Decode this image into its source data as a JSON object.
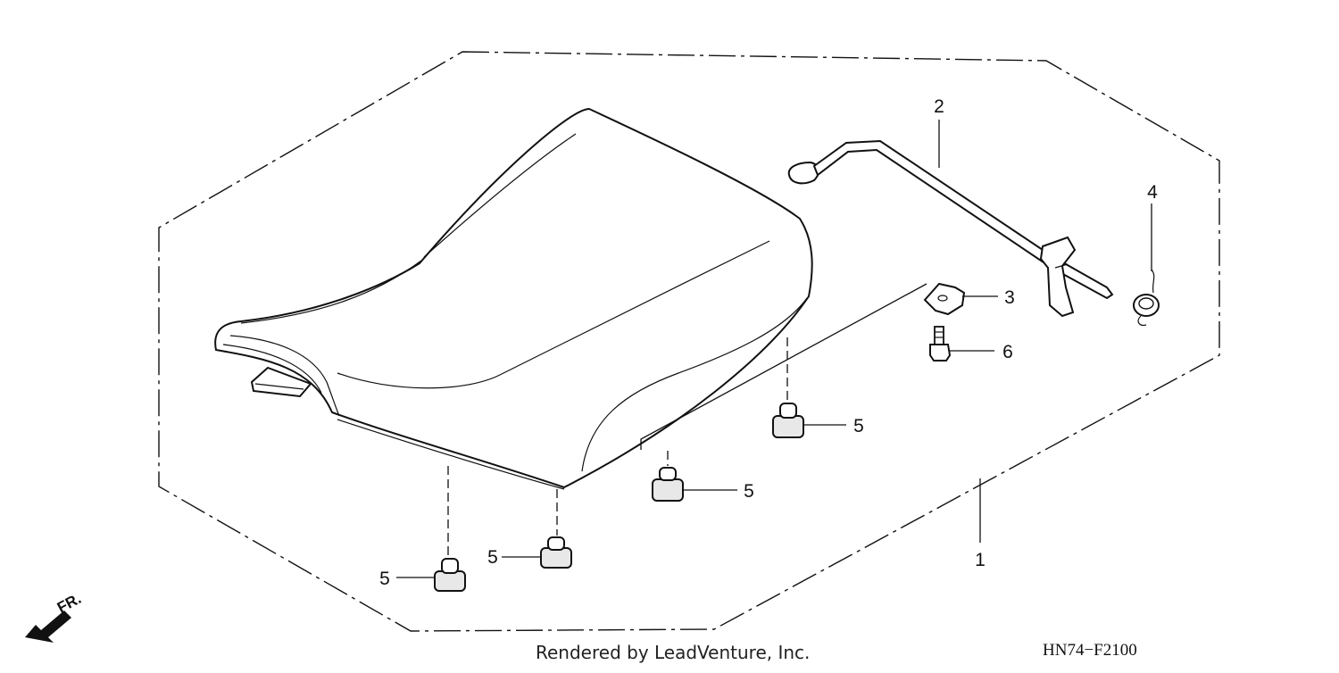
{
  "diagram": {
    "callouts": [
      {
        "id": "seat",
        "label": "1"
      },
      {
        "id": "seat-lock-rod",
        "label": "2"
      },
      {
        "id": "clip",
        "label": "3"
      },
      {
        "id": "spring",
        "label": "4"
      },
      {
        "id": "cushion-a",
        "label": "5"
      },
      {
        "id": "cushion-b",
        "label": "5"
      },
      {
        "id": "cushion-c",
        "label": "5"
      },
      {
        "id": "cushion-d",
        "label": "5"
      },
      {
        "id": "bolt",
        "label": "6"
      }
    ],
    "direction_label": "FR.",
    "credit": "Rendered by LeadVenture, Inc.",
    "diagram_code": "HN74−F2100"
  }
}
